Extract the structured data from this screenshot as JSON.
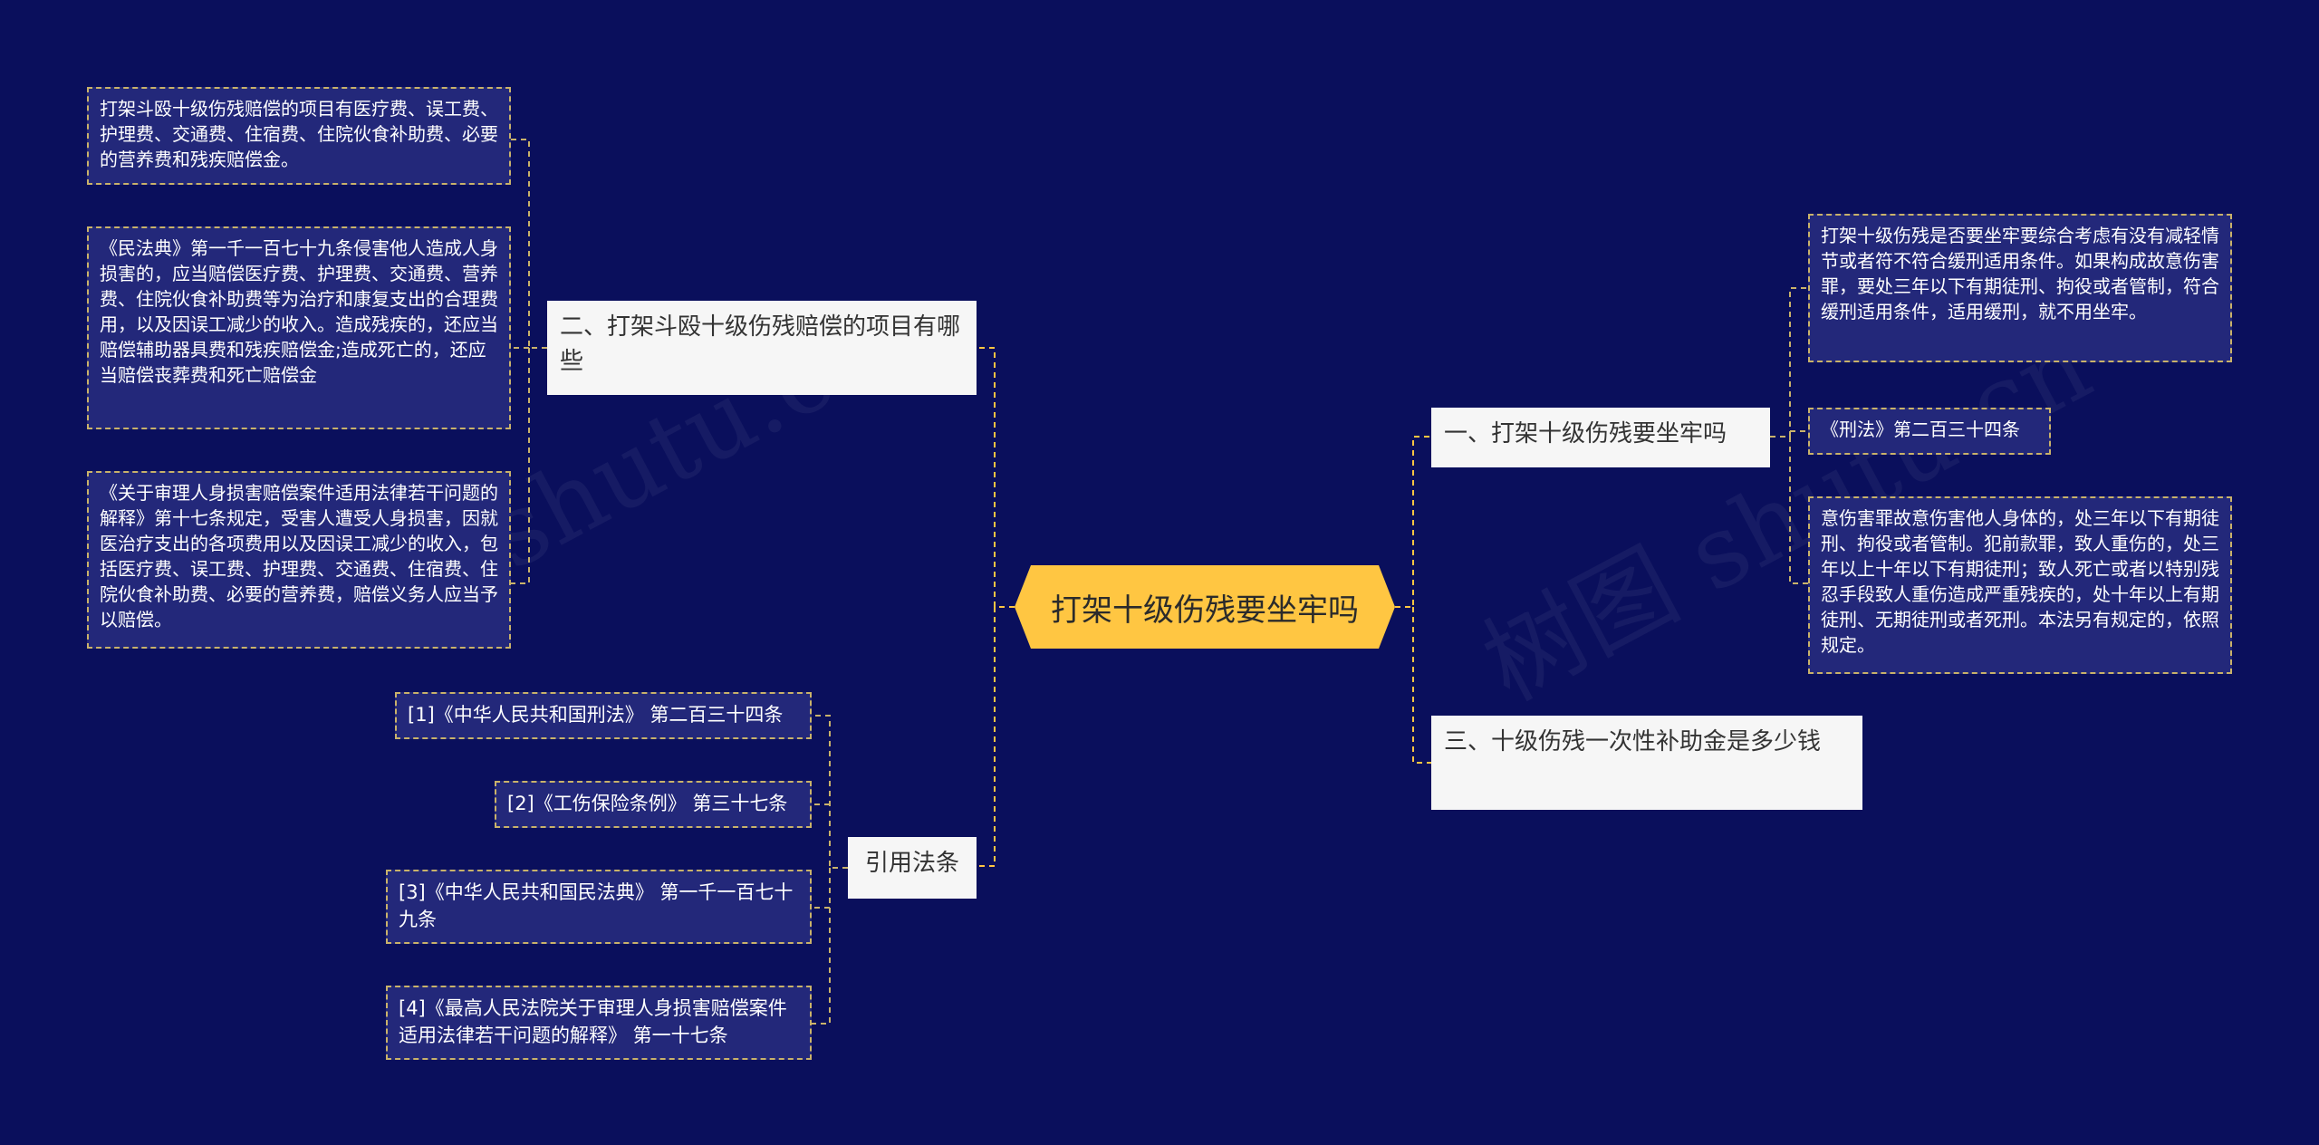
{
  "center": {
    "label": "打架十级伤残要坐牢吗"
  },
  "branches": {
    "compensation_items": {
      "label": "二、打架斗殴十级伤残赔偿的项目有哪些"
    },
    "citations": {
      "label": "引用法条"
    },
    "jail": {
      "label": "一、打架十级伤残要坐牢吗"
    },
    "subsidy": {
      "label": "三、十级伤残一次性补助金是多少钱"
    }
  },
  "leaves": {
    "comp_1": "打架斗殴十级伤残赔偿的项目有医疗费、误工费、护理费、交通费、住宿费、住院伙食补助费、必要的营养费和残疾赔偿金。",
    "comp_2": "《民法典》第一千一百七十九条侵害他人造成人身损害的，应当赔偿医疗费、护理费、交通费、营养费、住院伙食补助费等为治疗和康复支出的合理费用，以及因误工减少的收入。造成残疾的，还应当赔偿辅助器具费和残疾赔偿金;造成死亡的，还应当赔偿丧葬费和死亡赔偿金",
    "comp_3": "《关于审理人身损害赔偿案件适用法律若干问题的解释》第十七条规定，受害人遭受人身损害，因就医治疗支出的各项费用以及因误工减少的收入，包括医疗费、误工费、护理费、交通费、住宿费、住院伙食补助费、必要的营养费，赔偿义务人应当予以赔偿。",
    "cite_1": "[1]《中华人民共和国刑法》 第二百三十四条",
    "cite_2": "[2]《工伤保险条例》 第三十七条",
    "cite_3": "[3]《中华人民共和国民法典》 第一千一百七十九条",
    "cite_4": "[4]《最高人民法院关于审理人身损害赔偿案件适用法律若干问题的解释》 第一十七条",
    "jail_1": "打架十级伤残是否要坐牢要综合考虑有没有减轻情节或者符不符合缓刑适用条件。如果构成故意伤害罪，要处三年以下有期徒刑、拘役或者管制，符合缓刑适用条件，适用缓刑，就不用坐牢。",
    "jail_2": "《刑法》第二百三十四条",
    "jail_3": "意伤害罪故意伤害他人身体的，处三年以下有期徒刑、拘役或者管制。犯前款罪，致人重伤的，处三年以上十年以下有期徒刑；致人死亡或者以特别残忍手段致人重伤造成严重残疾的，处十年以上有期徒刑、无期徒刑或者死刑。本法另有规定的，依照规定。"
  },
  "watermarks": {
    "left": "shutu.cn",
    "right": "树图 shutu.cn"
  },
  "colors": {
    "background": "#0a0f5c",
    "center": "#ffc642",
    "branch": "#f6f6f6",
    "leaf": "#23287a",
    "connector": "#ffc642",
    "leaf_border": "#c9b26a"
  }
}
